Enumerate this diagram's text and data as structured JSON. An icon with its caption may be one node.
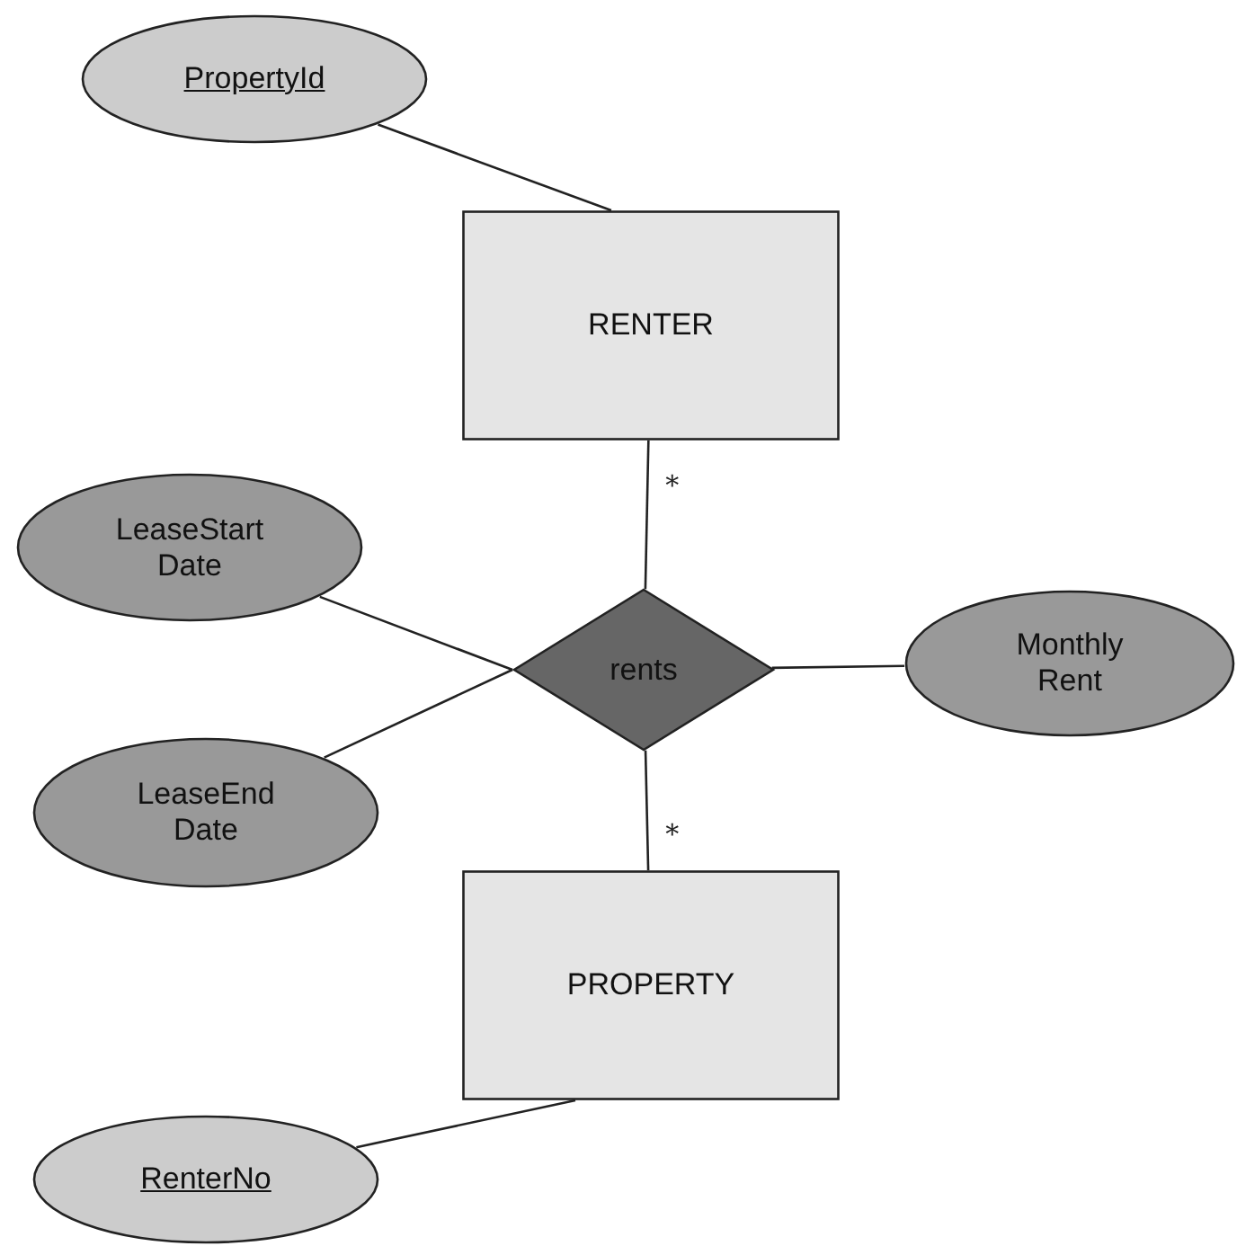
{
  "diagram": {
    "nodes": [
      {
        "text": [
          "PropertyId"
        ]
      },
      {
        "text": [
          "RENTER"
        ]
      },
      {
        "text": [
          "LeaseStart Date"
        ]
      },
      {
        "text": [
          "rents"
        ]
      },
      {
        "text": [
          "Monthly Rent"
        ]
      },
      {
        "text": [
          "LeaseEnd Date"
        ]
      },
      {
        "text": [
          "PROPERTY"
        ]
      },
      {
        "text": [
          "RenterNo"
        ]
      }
    ],
    "edges": [
      {
        "from": 0,
        "to": 1,
        "arrow": "none"
      },
      {
        "from": 1,
        "to": 3,
        "arrow": "none",
        "label": "*"
      },
      {
        "from": 2,
        "to": 3,
        "arrow": "none"
      },
      {
        "from": 5,
        "to": 3,
        "arrow": "none"
      },
      {
        "from": 3,
        "to": 4,
        "arrow": "none"
      },
      {
        "from": 3,
        "to": 6,
        "arrow": "none",
        "label": "*"
      },
      {
        "from": 7,
        "to": 6,
        "arrow": "none"
      }
    ]
  }
}
